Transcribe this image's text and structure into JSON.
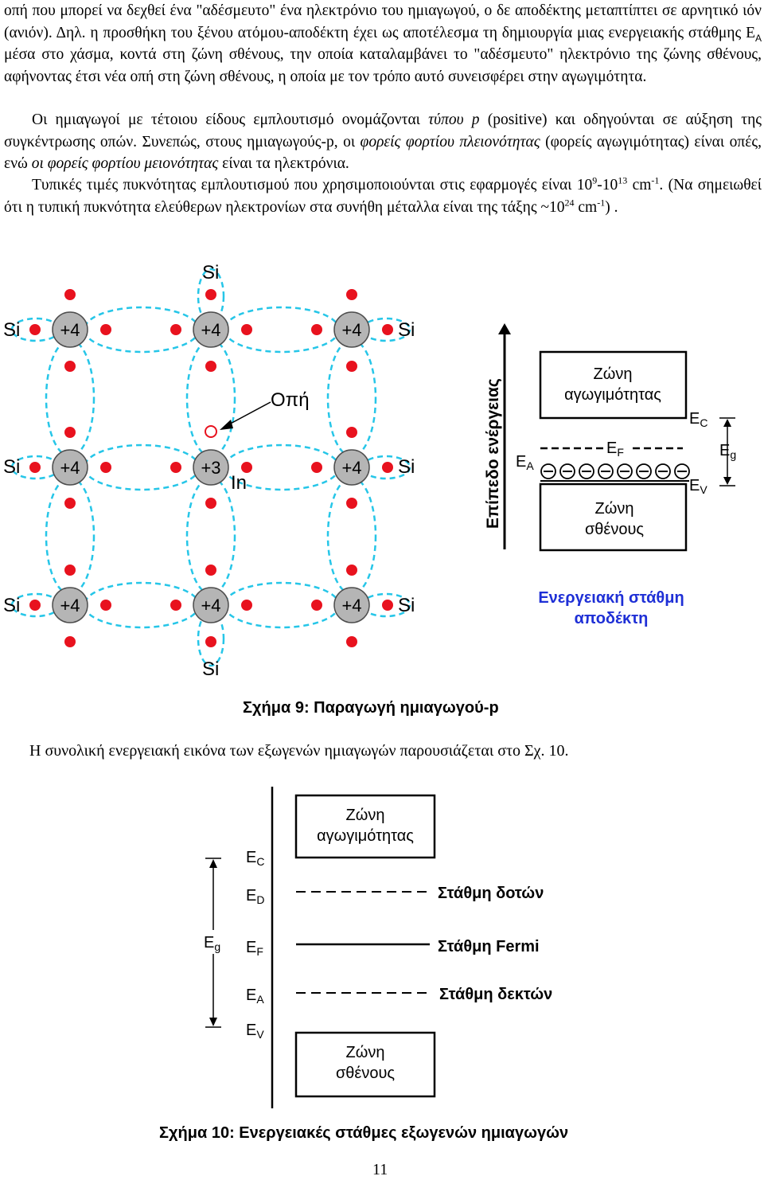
{
  "body": {
    "p1": {
      "l1": "οπή που μπορεί να δεχθεί ένα \"αδέσμευτο\" ένα ηλεκτρόνιο του ημιαγωγού, ο δε αποδέκτης μεταπτίπτει σε αρνητικό ιόν (ανιόν). Δηλ. η προσθήκη του ξένου ατόμου-αποδέκτη έχει ως αποτέλεσμα τη δημιουργία μιας ενεργειακής στάθμης E",
      "sub": "A",
      "l2": " μέσα στο χάσμα, κοντά στη ζώνη σθένους, την οποία καταλαμβάνει το \"αδέσμευτο\" ηλεκτρόνιο της ζώνης σθένους, αφήνοντας έτσι νέα οπή στη ζώνη σθένους, η οποία με τον τρόπο αυτό συνεισφέρει στην αγωγιμότητα."
    },
    "p2": {
      "a": "Οι ημιαγωγοί με τέτοιου είδους εμπλουτισμό ονομάζονται ",
      "b": "τύπου p",
      "c": " (positive) και οδηγούνται σε αύξηση της συγκέντρωσης οπών. Συνεπώς, στους ημιαγωγούς-p, οι ",
      "d": "φορείς φορτίου πλειονότητας",
      "e": " (φορείς αγωγιμότητας) είναι οπές, ενώ ",
      "f": "οι φορείς φορτίου μειονότητας",
      "g": " είναι τα ηλεκτρόνια."
    },
    "p3": {
      "a": "Τυπικές τιμές πυκνότητας εμπλουτισμού που χρησιμοποιούνται στις εφαρμογές είναι 10",
      "s1": "9",
      "b": "-10",
      "s2": "13",
      "c": " cm",
      "s3": "-1",
      "d": ". (Να σημειωθεί ότι η τυπική πυκνότητα ελεύθερων ηλεκτρονίων στα συνήθη μέταλλα είναι της τάξης ~10",
      "s4": "24",
      "e": " cm",
      "s5": "-1",
      "f": ") ."
    },
    "p4": "Η συνολική ενεργειακή εικόνα των εξωγενών ημιαγωγών παρουσιάζεται στο Σχ. 10."
  },
  "fig9": {
    "caption": "Σχήμα 9: Παραγωγή ημιαγωγού-p",
    "lattice": {
      "si": "Si",
      "plus4": "+4",
      "plus3": "+3",
      "in": "In",
      "hole": "Οπή"
    },
    "band": {
      "axis": "Επίπεδο ενέργειας",
      "conduction": [
        "Ζώνη",
        "αγωγιμότητας"
      ],
      "valence": [
        "Ζώνη",
        "σθένους"
      ],
      "ec": "E",
      "ec_sub": "C",
      "ev": "E",
      "ev_sub": "V",
      "ef": "E",
      "ef_sub": "F",
      "ea": "E",
      "ea_sub": "A",
      "eg": "E",
      "eg_sub": "g",
      "note": [
        "Ενεργειακή στάθμη",
        "αποδέκτη"
      ]
    }
  },
  "fig10": {
    "caption": "Σχήμα 10: Ενεργειακές στάθμες εξωγενών ημιαγωγών",
    "conduction": [
      "Ζώνη",
      "αγωγιμότητας"
    ],
    "valence": [
      "Ζώνη",
      "σθένους"
    ],
    "ec": "E",
    "ec_sub": "C",
    "ed": "E",
    "ed_sub": "D",
    "ef": "E",
    "ef_sub": "F",
    "ea": "E",
    "ea_sub": "A",
    "ev": "E",
    "ev_sub": "V",
    "eg": "E",
    "eg_sub": "g",
    "donor": "Στάθμη δοτών",
    "fermi": "Στάθμη Fermi",
    "acceptor": "Στάθμη δεκτών"
  },
  "colors": {
    "electron": "#e8121e",
    "bond": "#26c6e8",
    "atom": "#b5b5b5",
    "blue_text": "#1e2fd6"
  },
  "page_number": "11"
}
